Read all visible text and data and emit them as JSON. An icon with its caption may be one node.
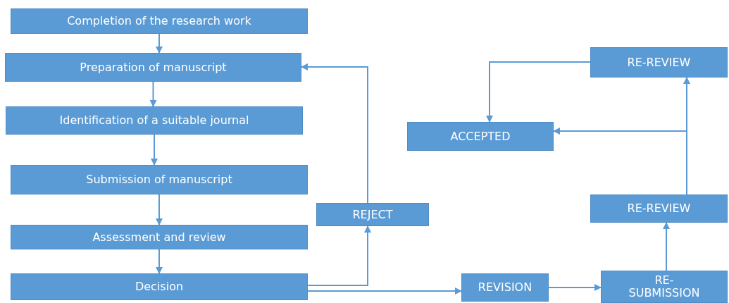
{
  "diagram": {
    "nodes": [
      {
        "text": [
          "Completion of the research work"
        ]
      },
      {
        "text": [
          "Preparation of manuscript"
        ]
      },
      {
        "text": [
          "Identification of a suitable journal"
        ]
      },
      {
        "text": [
          "Submission of manuscript"
        ]
      },
      {
        "text": [
          "Assessment and review"
        ]
      },
      {
        "text": [
          "Decision"
        ]
      },
      {
        "text": [
          "REJECT"
        ]
      },
      {
        "text": [
          "REVISION"
        ]
      },
      {
        "text": [
          "RE-SUBMISSION"
        ]
      },
      {
        "text": [
          "RE-REVIEW"
        ]
      },
      {
        "text": [
          "ACCEPTED"
        ]
      },
      {
        "text": [
          "RE-REVIEW"
        ]
      }
    ],
    "edges": [
      {
        "from": 0,
        "to": 1,
        "arrow": "to"
      },
      {
        "from": 1,
        "to": 2,
        "arrow": "to"
      },
      {
        "from": 2,
        "to": 3,
        "arrow": "to"
      },
      {
        "from": 3,
        "to": 4,
        "arrow": "to"
      },
      {
        "from": 4,
        "to": 5,
        "arrow": "to"
      },
      {
        "from": 5,
        "to": 6,
        "arrow": "to"
      },
      {
        "from": 6,
        "to": 1,
        "arrow": "to"
      },
      {
        "from": 5,
        "to": 7,
        "arrow": "to"
      },
      {
        "from": 7,
        "to": 8,
        "arrow": "to"
      },
      {
        "from": 8,
        "to": 9,
        "arrow": "to"
      },
      {
        "from": 9,
        "to": 10,
        "arrow": "to"
      },
      {
        "from": 9,
        "to": 11,
        "arrow": "to"
      },
      {
        "from": 11,
        "to": 10,
        "arrow": "to"
      }
    ]
  }
}
